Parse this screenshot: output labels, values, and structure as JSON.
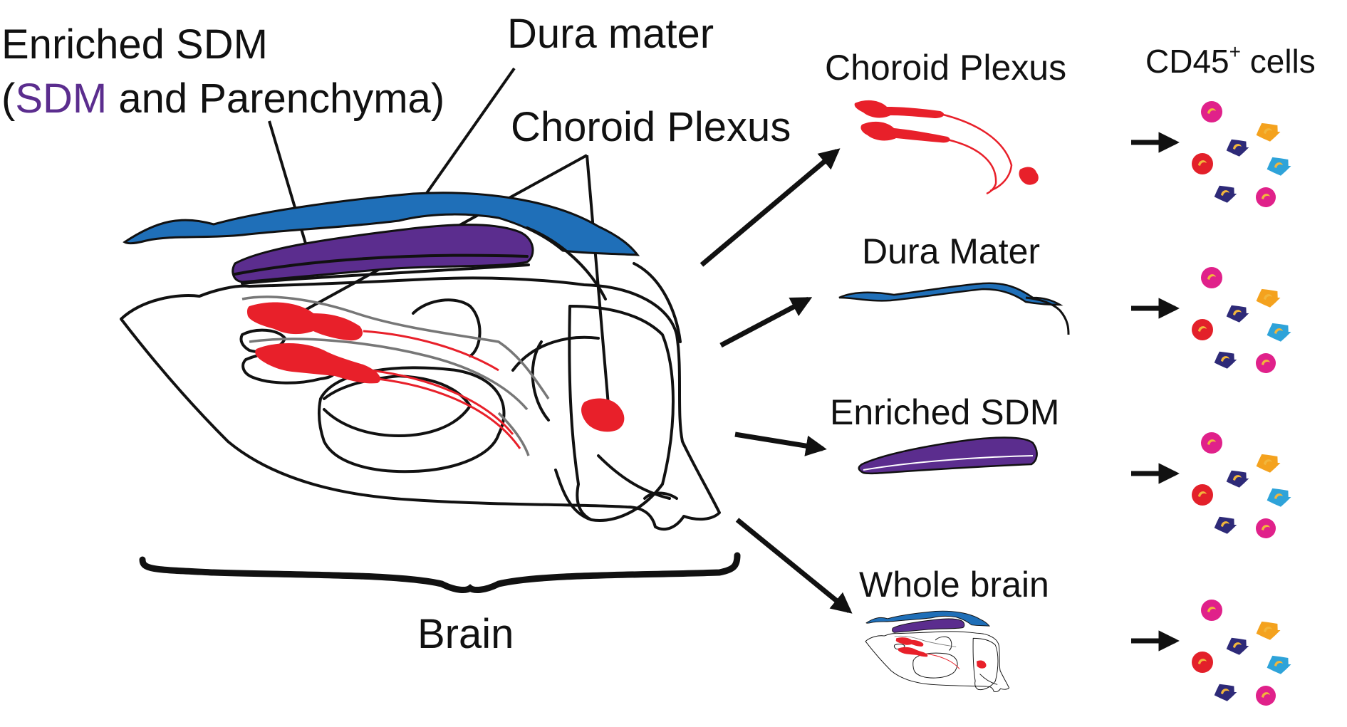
{
  "labels": {
    "enriched_sdm_title": "Enriched SDM",
    "paren_open": "(",
    "sdm_word": "SDM",
    "and_parenchyma": " and Parenchyma)",
    "dura_mater": "Dura mater",
    "choroid_plexus_left": "Choroid Plexus",
    "brain": "Brain"
  },
  "panels": {
    "choroid_plexus": "Choroid Plexus",
    "dura_mater": "Dura Mater",
    "enriched_sdm": "Enriched SDM",
    "whole_brain": "Whole brain"
  },
  "cells_header": {
    "prefix": "CD45",
    "superscript": "+",
    "suffix": " cells"
  },
  "colors": {
    "dura": "#1f6fb8",
    "sdm": "#5b2d8e",
    "choroid": "#e8202a",
    "cell_pink": "#e0218a",
    "cell_red": "#e3202a",
    "cell_navy": "#2e2a78",
    "cell_orange": "#f4a21e",
    "cell_cyan": "#2ea3d9",
    "cell_nucleus": "#f2b63c",
    "sdm_text": "#5b2d8e"
  }
}
